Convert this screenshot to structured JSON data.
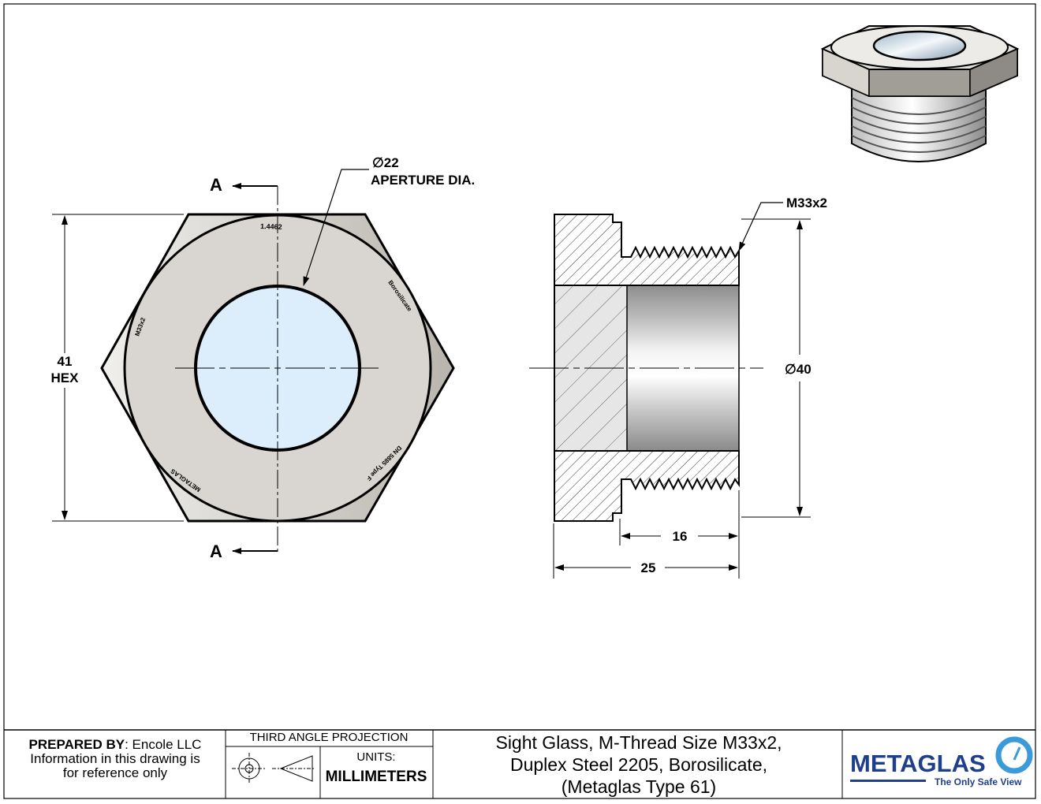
{
  "section_marks": {
    "top": "A",
    "bottom": "A"
  },
  "aperture_callout": {
    "diameter": "∅22",
    "label": "APERTURE DIA."
  },
  "hex_dimension": {
    "value": "41",
    "label": "HEX"
  },
  "engravings": [
    "1.4462",
    "Borosilicate",
    "M33x2",
    "DN 5885 Type F",
    "METAGLAS"
  ],
  "thread_callout": "M33x2",
  "outer_diameter": "∅40",
  "thread_length": "16",
  "overall_length": "25",
  "title_block": {
    "prepared_by_label": "PREPARED BY",
    "prepared_by_value": ": Encole LLC",
    "note_line1": "Information in this drawing is",
    "note_line2": "for reference only",
    "projection": "THIRD ANGLE PROJECTION",
    "units_label": "UNITS:",
    "units_value": "MILLIMETERS",
    "description_line1": "Sight Glass, M-Thread Size M33x2,",
    "description_line2": "Duplex Steel 2205, Borosilicate,",
    "description_line3": "(Metaglas Type 61)",
    "logo": "METAGLAS",
    "tagline": "The Only Safe View"
  },
  "colors": {
    "steel_face": "#d9d6d1",
    "steel_dark": "#a7a39d",
    "glass": "#dceefc",
    "brand_blue": "#1f3f8c",
    "logo_circle": "#3a9bd8"
  }
}
